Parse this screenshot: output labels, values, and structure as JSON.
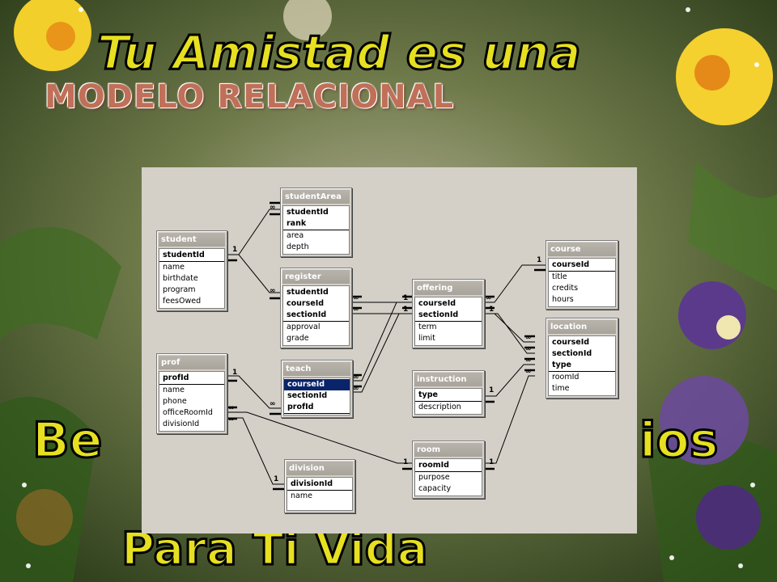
{
  "title": "MODELO RELACIONAL",
  "colors": {
    "title": "#c07058",
    "panel": "#d4d0c8",
    "header": "#aca89f",
    "selection": "#0a246a"
  },
  "tables": {
    "student": {
      "name": "student",
      "fields": [
        "studentId",
        "name",
        "birthdate",
        "program",
        "feesOwed"
      ]
    },
    "studentArea": {
      "name": "studentArea",
      "fields": [
        "studentId",
        "rank",
        "area",
        "depth"
      ]
    },
    "register": {
      "name": "register",
      "fields": [
        "studentId",
        "courseId",
        "sectionId",
        "approval",
        "grade"
      ]
    },
    "offering": {
      "name": "offering",
      "fields": [
        "courseId",
        "sectionId",
        "term",
        "limit"
      ]
    },
    "course": {
      "name": "course",
      "fields": [
        "courseId",
        "title",
        "credits",
        "hours"
      ]
    },
    "location": {
      "name": "location",
      "fields": [
        "courseId",
        "sectionId",
        "type",
        "roomId",
        "time"
      ]
    },
    "prof": {
      "name": "prof",
      "fields": [
        "profId",
        "name",
        "phone",
        "officeRoomId",
        "divisionId"
      ]
    },
    "teach": {
      "name": "teach",
      "fields": [
        "courseId",
        "sectionId",
        "profId"
      ]
    },
    "instruction": {
      "name": "instruction",
      "fields": [
        "type",
        "description"
      ]
    },
    "room": {
      "name": "room",
      "fields": [
        "roomId",
        "purpose",
        "capacity"
      ]
    },
    "division": {
      "name": "division",
      "fields": [
        "divisionId",
        "name"
      ]
    }
  },
  "cardinality": {
    "one": "1",
    "many": "∞"
  }
}
